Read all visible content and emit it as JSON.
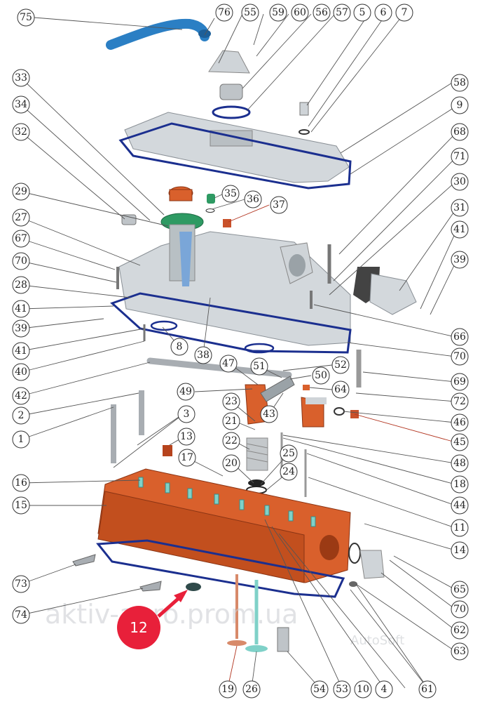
{
  "watermark": "aktiv-agro.prom.ua",
  "watermark_secondary": "AutoSoft",
  "highlight": {
    "label": "12",
    "color": "#e8203a"
  },
  "colors": {
    "gasket": "#1b2f8f",
    "head": "#d9602c",
    "cover": "#d3d8dc",
    "hose": "#2b7fc4",
    "valve_green": "#7fd1c8",
    "accent_red": "#b2341f"
  },
  "callouts": [
    {
      "id": "75",
      "label": "75"
    },
    {
      "id": "76",
      "label": "76"
    },
    {
      "id": "55",
      "label": "55"
    },
    {
      "id": "59",
      "label": "59"
    },
    {
      "id": "60",
      "label": "60"
    },
    {
      "id": "56",
      "label": "56"
    },
    {
      "id": "57",
      "label": "57"
    },
    {
      "id": "5",
      "label": "5"
    },
    {
      "id": "6",
      "label": "6"
    },
    {
      "id": "7",
      "label": "7"
    },
    {
      "id": "33",
      "label": "33"
    },
    {
      "id": "58",
      "label": "58"
    },
    {
      "id": "34",
      "label": "34"
    },
    {
      "id": "9",
      "label": "9"
    },
    {
      "id": "32",
      "label": "32"
    },
    {
      "id": "68",
      "label": "68"
    },
    {
      "id": "71",
      "label": "71"
    },
    {
      "id": "30",
      "label": "30"
    },
    {
      "id": "29",
      "label": "29"
    },
    {
      "id": "35",
      "label": "35"
    },
    {
      "id": "36",
      "label": "36"
    },
    {
      "id": "37",
      "label": "37"
    },
    {
      "id": "31",
      "label": "31"
    },
    {
      "id": "27",
      "label": "27"
    },
    {
      "id": "41a",
      "label": "41"
    },
    {
      "id": "67",
      "label": "67"
    },
    {
      "id": "39a",
      "label": "39"
    },
    {
      "id": "70a",
      "label": "70"
    },
    {
      "id": "28",
      "label": "28"
    },
    {
      "id": "41b",
      "label": "41"
    },
    {
      "id": "39b",
      "label": "39"
    },
    {
      "id": "66",
      "label": "66"
    },
    {
      "id": "41c",
      "label": "41"
    },
    {
      "id": "8",
      "label": "8"
    },
    {
      "id": "38",
      "label": "38"
    },
    {
      "id": "70b",
      "label": "70"
    },
    {
      "id": "40",
      "label": "40"
    },
    {
      "id": "47",
      "label": "47"
    },
    {
      "id": "52",
      "label": "52"
    },
    {
      "id": "51",
      "label": "51"
    },
    {
      "id": "50",
      "label": "50"
    },
    {
      "id": "69",
      "label": "69"
    },
    {
      "id": "42",
      "label": "42"
    },
    {
      "id": "49",
      "label": "49"
    },
    {
      "id": "64",
      "label": "64"
    },
    {
      "id": "72",
      "label": "72"
    },
    {
      "id": "2",
      "label": "2"
    },
    {
      "id": "43",
      "label": "43"
    },
    {
      "id": "46",
      "label": "46"
    },
    {
      "id": "23",
      "label": "23"
    },
    {
      "id": "3",
      "label": "3"
    },
    {
      "id": "45",
      "label": "45"
    },
    {
      "id": "1",
      "label": "1"
    },
    {
      "id": "21",
      "label": "21"
    },
    {
      "id": "13",
      "label": "13"
    },
    {
      "id": "22",
      "label": "22"
    },
    {
      "id": "48",
      "label": "48"
    },
    {
      "id": "17",
      "label": "17"
    },
    {
      "id": "20",
      "label": "20"
    },
    {
      "id": "25",
      "label": "25"
    },
    {
      "id": "24",
      "label": "24"
    },
    {
      "id": "18",
      "label": "18"
    },
    {
      "id": "16",
      "label": "16"
    },
    {
      "id": "44",
      "label": "44"
    },
    {
      "id": "15",
      "label": "15"
    },
    {
      "id": "11",
      "label": "11"
    },
    {
      "id": "14",
      "label": "14"
    },
    {
      "id": "65",
      "label": "65"
    },
    {
      "id": "73",
      "label": "73"
    },
    {
      "id": "70c",
      "label": "70"
    },
    {
      "id": "62",
      "label": "62"
    },
    {
      "id": "74",
      "label": "74"
    },
    {
      "id": "63",
      "label": "63"
    },
    {
      "id": "19",
      "label": "19"
    },
    {
      "id": "26",
      "label": "26"
    },
    {
      "id": "54",
      "label": "54"
    },
    {
      "id": "53",
      "label": "53"
    },
    {
      "id": "10",
      "label": "10"
    },
    {
      "id": "4",
      "label": "4"
    },
    {
      "id": "61",
      "label": "61"
    }
  ]
}
